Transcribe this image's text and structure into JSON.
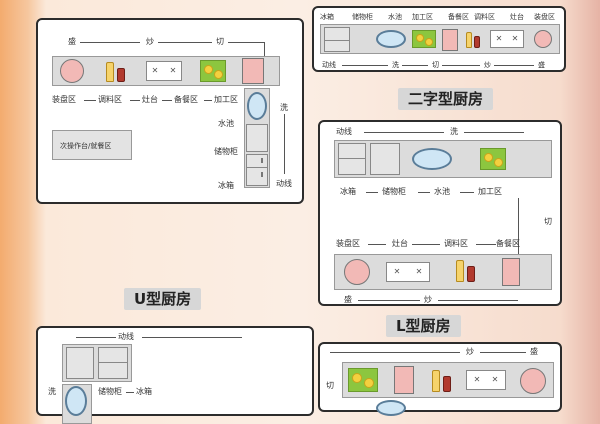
{
  "diagrams": {
    "island": {
      "top_labels": [
        "盛",
        "炒",
        "切"
      ],
      "bottom_labels": [
        "装盘区",
        "调料区",
        "灶台",
        "备餐区",
        "加工区"
      ],
      "right_labels": [
        "水池",
        "储物柜",
        "冰箱"
      ],
      "side_label": "洗",
      "flow_label": "动线",
      "island_label": "次操作台/就餐区"
    },
    "parallel": {
      "top_labels": [
        "冰箱",
        "储物柜",
        "水池",
        "加工区",
        "备餐区",
        "调料区",
        "灶台",
        "装盘区"
      ],
      "bottom_labels": [
        "动线",
        "洗",
        "切",
        "炒",
        "盛"
      ],
      "title": "二字型厨房"
    },
    "l_shape": {
      "flow_label": "动线",
      "wash_label": "洗",
      "upper_labels": [
        "冰箱",
        "储物柜",
        "水池",
        "加工区"
      ],
      "side_label": "切",
      "lower_labels": [
        "装盘区",
        "灶台",
        "调料区",
        "备餐区"
      ],
      "bottom_labels": [
        "盛",
        "炒"
      ],
      "title": "L型厨房"
    },
    "u_shape": {
      "title": "U型厨房",
      "flow_label": "动线",
      "cabinet_label": "储物柜",
      "fridge_label": "冰箱",
      "wash_label": "洗"
    },
    "bottom_right": {
      "top_labels": [
        "炒",
        "盛"
      ],
      "side_label": "切"
    }
  },
  "colors": {
    "plate": "#f2b9b6",
    "cutting_board": "#8cc63f",
    "lemon": "#f4d03f",
    "sink_water": "#cfe6f5",
    "counter": "#dcdcdc",
    "title_bg": "#d7d7d7",
    "background_left": "#f3ab6e",
    "background_right": "#e6b3a5"
  },
  "icons": [
    "plate-icon",
    "bottle-icon",
    "jar-icon",
    "stove-icon",
    "cutting-board-icon",
    "sink-icon",
    "fridge-icon",
    "cabinet-icon"
  ]
}
